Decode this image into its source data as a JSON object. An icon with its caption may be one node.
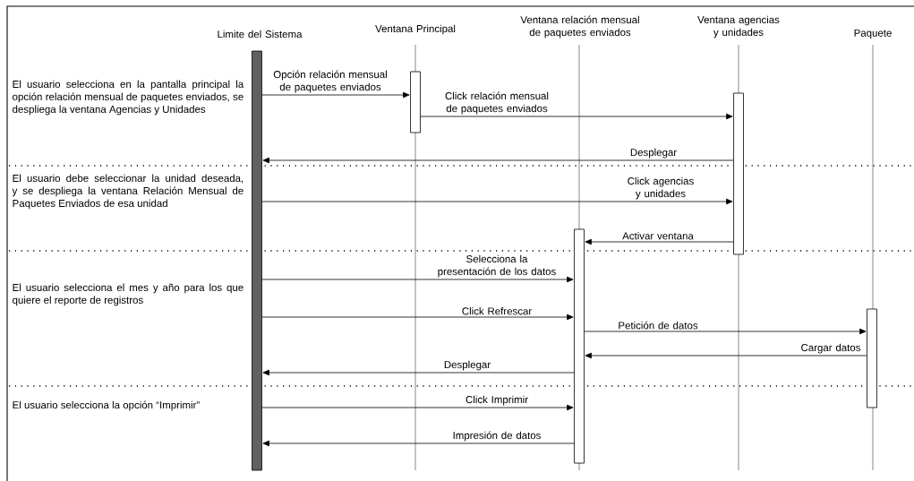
{
  "diagram": {
    "nodes": [
      {
        "text": [
          "Limite del Sistema"
        ]
      },
      {
        "text": [
          "Ventana Principal"
        ]
      },
      {
        "text": [
          "Ventana relación mensual de paquetes enviados"
        ]
      },
      {
        "text": [
          "Ventana agencias y unidades"
        ]
      },
      {
        "text": [
          "Paquete"
        ]
      },
      {
        "text": [],
        "shape": "bar"
      },
      {
        "text": [],
        "shape": "bar"
      },
      {
        "text": [],
        "shape": "bar"
      },
      {
        "text": [],
        "shape": "bar"
      },
      {
        "text": [],
        "shape": "bar"
      }
    ],
    "edges": [
      {
        "from": 5,
        "to": 6,
        "arrow": "to",
        "label": "Opción relación mensual de paquetes enviados"
      },
      {
        "from": 6,
        "to": 8,
        "arrow": "to",
        "label": "Click relación mensual de paquetes enviados"
      },
      {
        "from": 8,
        "to": 5,
        "arrow": "to",
        "label": "Desplegar"
      },
      {
        "from": 5,
        "to": 8,
        "arrow": "to",
        "label": "Click agencias y unidades"
      },
      {
        "from": 8,
        "to": 7,
        "arrow": "to",
        "label": "Activar ventana"
      },
      {
        "from": 5,
        "to": 7,
        "arrow": "to",
        "label": "Selecciona la presentación de los datos"
      },
      {
        "from": 5,
        "to": 7,
        "arrow": "to",
        "label": "Click Refrescar"
      },
      {
        "from": 7,
        "to": 9,
        "arrow": "to",
        "label": "Petición de datos"
      },
      {
        "from": 9,
        "to": 7,
        "arrow": "to",
        "label": "Cargar datos"
      },
      {
        "from": 7,
        "to": 5,
        "arrow": "to",
        "label": "Desplegar"
      },
      {
        "from": 5,
        "to": 7,
        "arrow": "to",
        "label": "Click Imprimir"
      },
      {
        "from": 7,
        "to": 5,
        "arrow": "to",
        "label": "Impresión de datos"
      }
    ],
    "labels": [
      "El usuario selecciona en la pantalla principal la opción relación mensual de paquetes enviados, se despliega la ventana Agencias y Unidades",
      "El usuario debe seleccionar la unidad deseada, y se despliega la ventana Relación Mensual de Paquetes Enviados de esa unidad",
      "El usuario selecciona el mes y año para los que quiere el reporte de registros",
      "El usuario selecciona la opción “Imprimir”"
    ]
  }
}
